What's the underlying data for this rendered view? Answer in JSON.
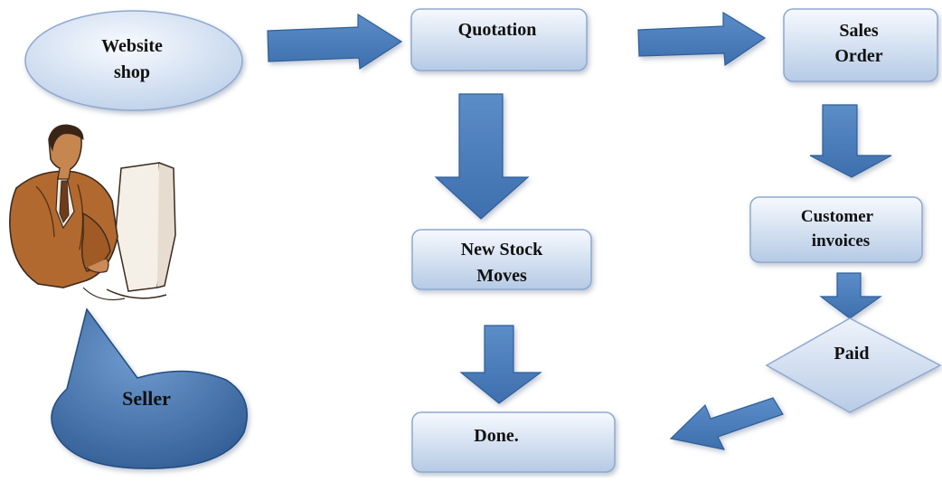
{
  "nodes": {
    "website_shop": {
      "line1": "Website",
      "line2": "shop"
    },
    "quotation": {
      "label": "Quotation"
    },
    "sales_order": {
      "line1": "Sales",
      "line2": "Order"
    },
    "new_stock_moves": {
      "line1": "New Stock",
      "line2": "Moves"
    },
    "customer_invoices": {
      "line1": "Customer",
      "line2": "invoices"
    },
    "paid": {
      "label": "Paid"
    },
    "done": {
      "label": "Done."
    },
    "seller": {
      "label": "Seller"
    }
  },
  "colors": {
    "box_light": "#f4f8fd",
    "box_dark": "#b6cbe6",
    "box_stroke": "#8fa9cf",
    "arrow_fill": "#4f81bd",
    "arrow_stroke": "#2f5f99",
    "seller_fill": "#3f6ea8",
    "skin": "#c27a44",
    "suit": "#a25d2b"
  },
  "icons": {
    "figure": "seller-figure-icon"
  }
}
